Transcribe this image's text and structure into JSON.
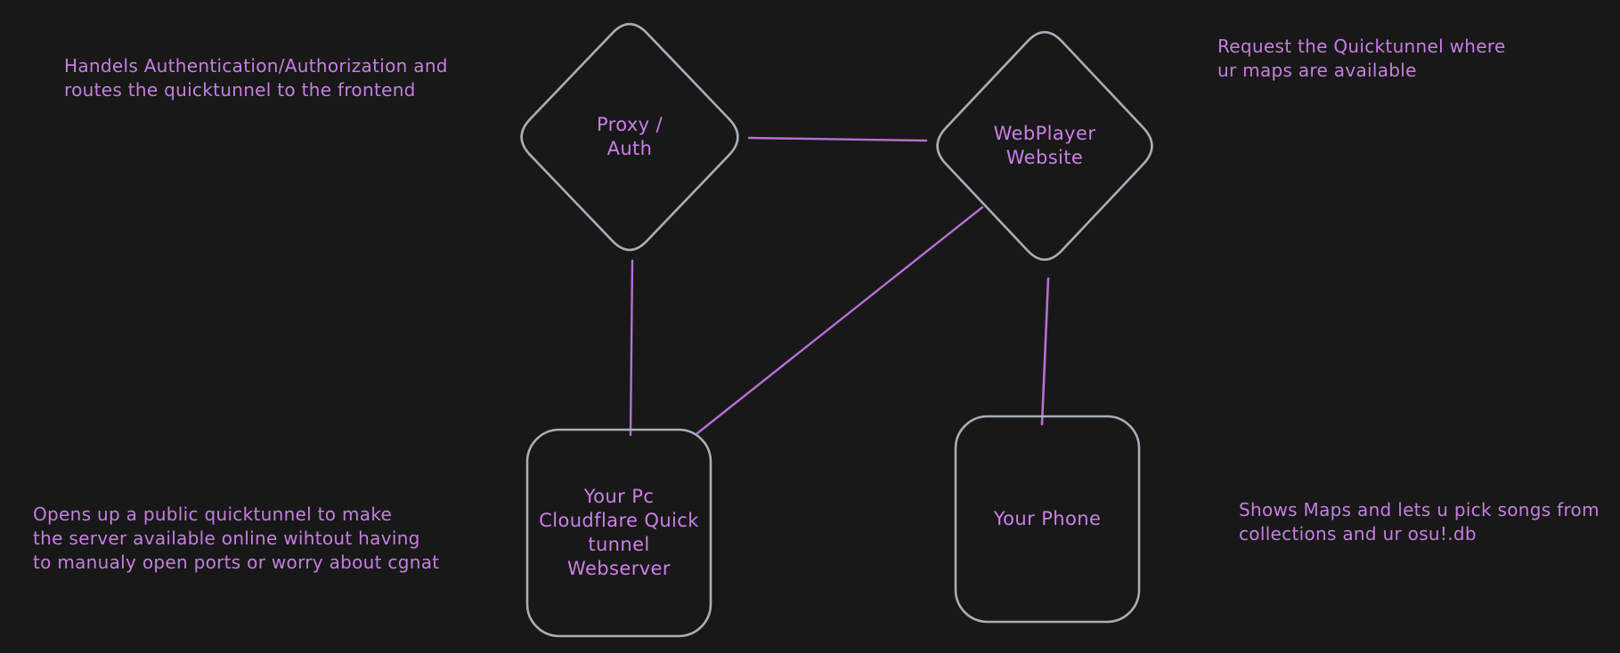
{
  "canvas": {
    "background": "#181818"
  },
  "colors": {
    "shape_stroke": "#a9aeb6",
    "connector_stroke": "#b96ed7",
    "text": "#c97fe4"
  },
  "nodes": [
    {
      "id": "proxy-auth",
      "shape": "diamond",
      "label": "Proxy /\nAuth"
    },
    {
      "id": "webplayer-website",
      "shape": "diamond",
      "label": "WebPlayer\nWebsite"
    },
    {
      "id": "pc-webserver",
      "shape": "rounded-rect",
      "label": "Your Pc\nCloudflare Quick\ntunnel\nWebserver"
    },
    {
      "id": "your-phone",
      "shape": "rounded-rect",
      "label": "Your Phone"
    }
  ],
  "connectors": [
    {
      "id": "proxy-to-webplayer",
      "from": "proxy-auth",
      "to": "webplayer-website"
    },
    {
      "id": "proxy-to-webserver",
      "from": "proxy-auth",
      "to": "pc-webserver"
    },
    {
      "id": "webplayer-to-webserver",
      "from": "webplayer-website",
      "to": "pc-webserver"
    },
    {
      "id": "webplayer-to-phone",
      "from": "webplayer-website",
      "to": "your-phone"
    }
  ],
  "annotations": [
    {
      "id": "proxy-note",
      "text": "Handels Authentication/Authorization and\nroutes the quicktunnel to the frontend"
    },
    {
      "id": "webplayer-note",
      "text": "Request the Quicktunnel where\nur maps are available"
    },
    {
      "id": "webserver-note",
      "text": "Opens up a public quicktunnel to make\nthe server available online wihtout having\nto manualy open ports or worry about cgnat"
    },
    {
      "id": "phone-note",
      "text": "Shows Maps and lets u pick songs from\ncollections and ur osu!.db"
    }
  ]
}
